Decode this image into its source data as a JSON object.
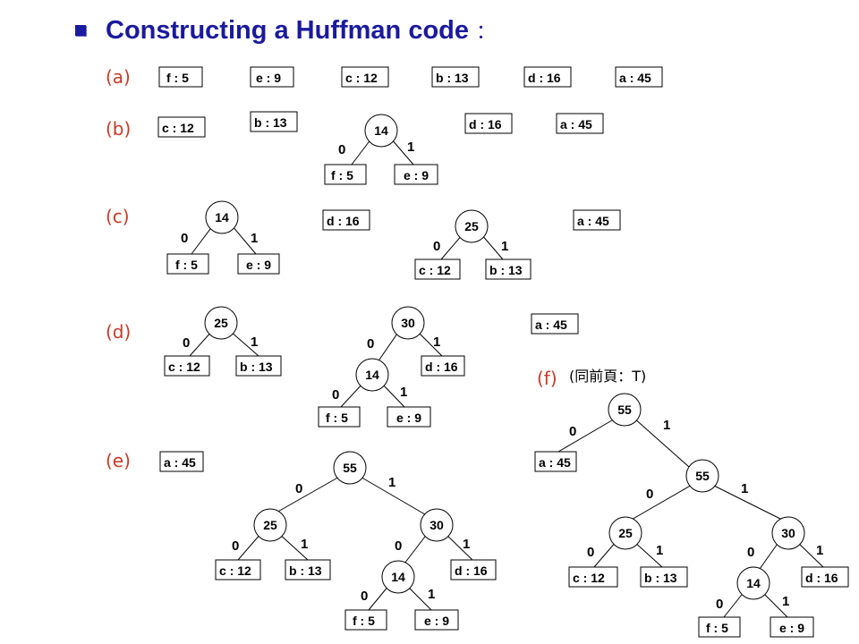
{
  "title": {
    "text": "Constructing a Huffman code",
    "colon": "："
  },
  "labels": {
    "a": "(a)",
    "b": "(b)",
    "c": "(c)",
    "d": "(d)",
    "e": "(e)",
    "f": "(f)"
  },
  "note": "(同前頁：T)",
  "bits": {
    "zero": "0",
    "one": "1"
  },
  "steps": {
    "a": {
      "leaves": [
        "f : 5",
        "e : 9",
        "c : 12",
        "b : 13",
        "d : 16",
        "a : 45"
      ]
    },
    "b": {
      "leaves": [
        "c : 12",
        "b : 13",
        "d : 16",
        "a : 45"
      ],
      "tree14": {
        "root": "14",
        "left": "f : 5",
        "right": "e : 9"
      }
    },
    "c": {
      "tree14": {
        "root": "14",
        "left": "f : 5",
        "right": "e : 9"
      },
      "tree25": {
        "root": "25",
        "left": "c : 12",
        "right": "b : 13"
      },
      "leaves": [
        "d : 16",
        "a : 45"
      ]
    },
    "d": {
      "tree25": {
        "root": "25",
        "left": "c : 12",
        "right": "b : 13"
      },
      "tree30": {
        "root": "30",
        "sub": "14",
        "subleft": "f : 5",
        "subright": "e : 9",
        "right": "d : 16"
      },
      "leaves": [
        "a : 45"
      ]
    },
    "e": {
      "leaves": [
        "a : 45"
      ],
      "tree55": {
        "root": "55",
        "n25": "25",
        "n30": "30",
        "n14": "14",
        "c": "c : 12",
        "b": "b : 13",
        "d": "d : 16",
        "f": "f : 5",
        "e": "e : 9"
      }
    },
    "f": {
      "tree100": {
        "root": "55",
        "a": "a : 45",
        "n55": "55",
        "n25": "25",
        "n30": "30",
        "n14": "14",
        "c": "c : 12",
        "b": "b : 13",
        "d": "d : 16",
        "f": "f : 5",
        "e": "e : 9"
      }
    }
  },
  "colors": {
    "title": "#1a1a9e",
    "step_label": "#c83a26",
    "ink": "#000000"
  }
}
